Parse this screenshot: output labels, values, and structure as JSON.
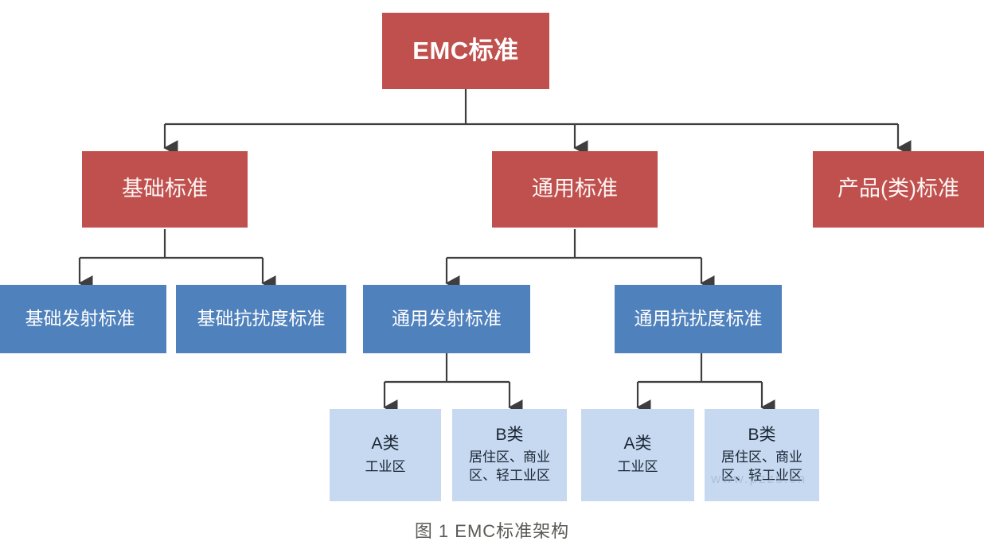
{
  "diagram": {
    "caption": "图 1  EMC标准架构",
    "watermark": "www.pzzs.cn",
    "colors": {
      "red": "#C0504D",
      "blue_medium": "#4F81BD",
      "blue_light": "#C6D9F0",
      "connector": "#3E3E3E",
      "background": "#FFFFFF",
      "caption_text": "#5A5A55"
    },
    "root": {
      "label": "EMC标准"
    },
    "level2": [
      {
        "label": "基础标准"
      },
      {
        "label": "通用标准"
      },
      {
        "label": "产品(类)标准"
      }
    ],
    "level3": [
      {
        "label": "基础发射标准"
      },
      {
        "label": "基础抗扰度标准"
      },
      {
        "label": "通用发射标准"
      },
      {
        "label": "通用抗扰度标准"
      }
    ],
    "leaves": [
      {
        "title": "A类",
        "sub": "工业区"
      },
      {
        "title": "B类",
        "sub": "居住区、商业区、轻工业区"
      },
      {
        "title": "A类",
        "sub": "工业区"
      },
      {
        "title": "B类",
        "sub": "居住区、商业区、轻工业区"
      }
    ]
  }
}
